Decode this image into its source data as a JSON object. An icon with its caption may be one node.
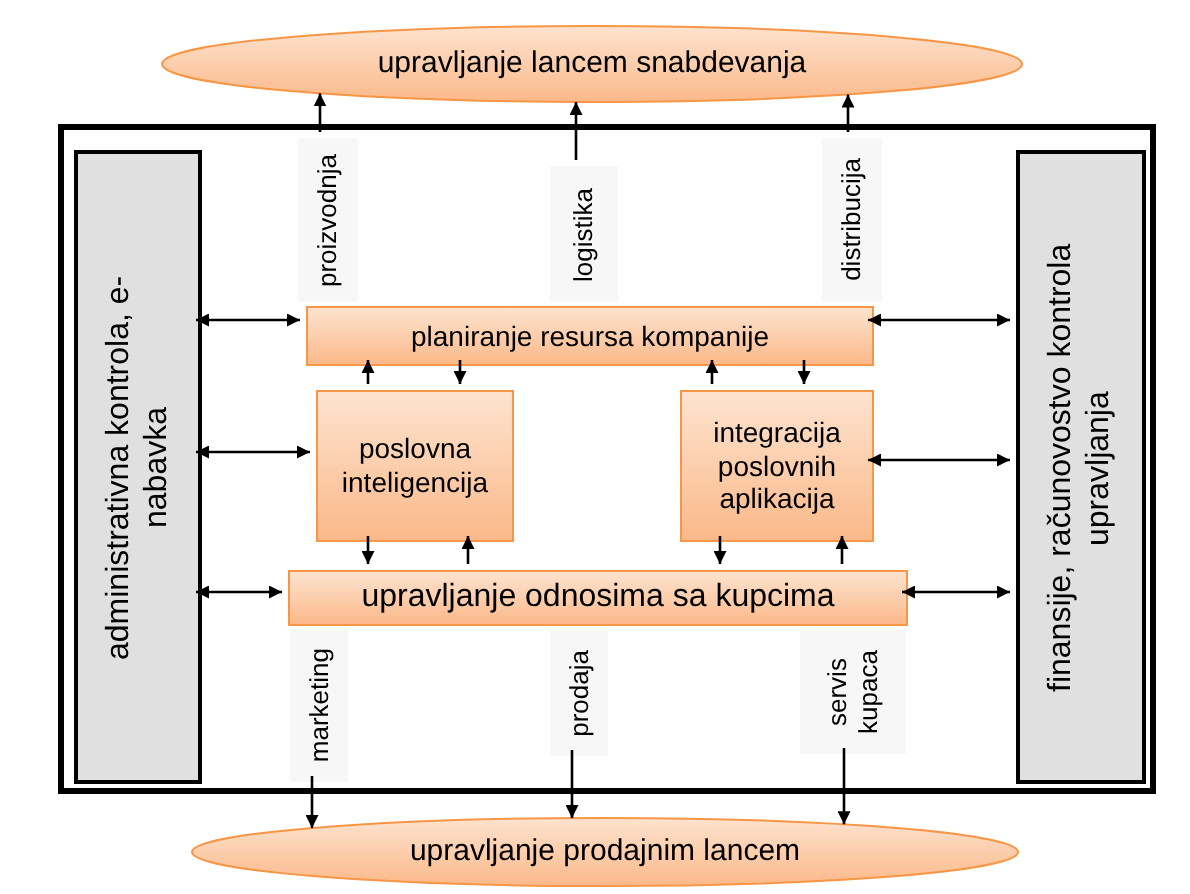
{
  "diagram": {
    "nodes": [
      {
        "text": [
          "upravljanje lancem snabdevanja"
        ]
      },
      {
        "text": [],
        "shape": "box"
      },
      {
        "text": [
          "administrativna kontrola, e-nabavka"
        ],
        "in": 1
      },
      {
        "text": [
          "proizvodnja"
        ],
        "in": 1
      },
      {
        "text": [
          "logistika"
        ],
        "in": 1
      },
      {
        "text": [
          "distribucija"
        ],
        "in": 1
      },
      {
        "text": [
          "planiranje resursa kompanije"
        ],
        "in": 1
      },
      {
        "text": [
          "poslovna inteligencija"
        ],
        "in": 1
      },
      {
        "text": [
          "integracija poslovnih aplikacija"
        ],
        "in": 1
      },
      {
        "text": [
          "upravljanje odnosima sa kupcima"
        ],
        "in": 1
      },
      {
        "text": [
          "marketing"
        ],
        "in": 1
      },
      {
        "text": [
          "prodaja"
        ],
        "in": 1
      },
      {
        "text": [
          "servis kupaca"
        ],
        "in": 1
      },
      {
        "text": [
          "finansije, računovostvo kontrola upravljanja"
        ],
        "in": 1
      },
      {
        "text": [
          "upravljanje prodajnim lancem"
        ]
      }
    ],
    "edges": [
      {
        "from": 3,
        "to": 0,
        "arrow": "to"
      },
      {
        "from": 4,
        "to": 0,
        "arrow": "to"
      },
      {
        "from": 5,
        "to": 0,
        "arrow": "to"
      },
      {
        "from": 2,
        "to": 6,
        "arrow": "both"
      },
      {
        "from": 6,
        "to": 13,
        "arrow": "both"
      },
      {
        "from": 6,
        "to": 7,
        "arrow": "to"
      },
      {
        "from": 7,
        "to": 6,
        "arrow": "to"
      },
      {
        "from": 8,
        "to": 6,
        "arrow": "to"
      },
      {
        "from": 6,
        "to": 8,
        "arrow": "to"
      },
      {
        "from": 2,
        "to": 7,
        "arrow": "both"
      },
      {
        "from": 8,
        "to": 13,
        "arrow": "both"
      },
      {
        "from": 7,
        "to": 9,
        "arrow": "to"
      },
      {
        "from": 9,
        "to": 7,
        "arrow": "to"
      },
      {
        "from": 8,
        "to": 9,
        "arrow": "to"
      },
      {
        "from": 9,
        "to": 8,
        "arrow": "to"
      },
      {
        "from": 2,
        "to": 9,
        "arrow": "both"
      },
      {
        "from": 9,
        "to": 13,
        "arrow": "both"
      },
      {
        "from": 10,
        "to": 14,
        "arrow": "to"
      },
      {
        "from": 11,
        "to": 14,
        "arrow": "to"
      },
      {
        "from": 12,
        "to": 14,
        "arrow": "to"
      }
    ]
  }
}
